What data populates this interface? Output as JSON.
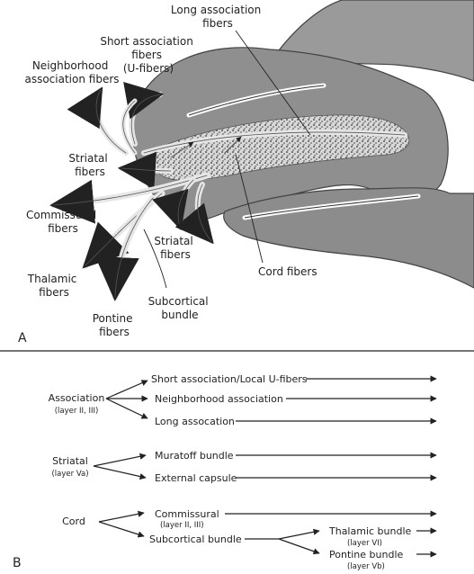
{
  "panel_a": {
    "letter": "A",
    "labels": {
      "long_assoc_1": "Long association",
      "long_assoc_2": "fibers",
      "short_assoc_1": "Short association",
      "short_assoc_2": "fibers",
      "short_assoc_3": "(U-fibers)",
      "neighborhood_1": "Neighborhood",
      "neighborhood_2": "association fibers",
      "striatal_left_1": "Striatal",
      "striatal_left_2": "fibers",
      "commissural_1": "Commissural",
      "commissural_2": "fibers",
      "thalamic_1": "Thalamic",
      "thalamic_2": "fibers",
      "pontine_1": "Pontine",
      "pontine_2": "fibers",
      "subcortical_1": "Subcortical",
      "subcortical_2": "bundle",
      "striatal_right_1": "Striatal",
      "striatal_right_2": "fibers",
      "cord": "Cord fibers"
    }
  },
  "panel_b": {
    "letter": "B",
    "groups": {
      "association": {
        "name": "Association",
        "layer": "(layer II, III)"
      },
      "striatal": {
        "name": "Striatal",
        "layer": "(layer Va)"
      },
      "cord": {
        "name": "Cord"
      }
    },
    "targets": {
      "short": "Short association/Local U-fibers",
      "neighborhood": "Neighborhood association",
      "long": "Long assocation",
      "muratoff": "Muratoff bundle",
      "external": "External capsule",
      "commissural": "Commissural",
      "commissural_layer": "(layer II, III)",
      "subcortical": "Subcortical bundle",
      "thalamic": "Thalamic bundle",
      "thalamic_layer": "(layer VI)",
      "pontine": "Pontine bundle",
      "pontine_layer": "(layer Vb)"
    }
  },
  "colors": {
    "tissue": "#8f8f8f",
    "tissue_dark": "#6f6f6f",
    "white_matter": "#c9c9c9",
    "fiber": "#d9d9d9",
    "ink": "#222222"
  }
}
